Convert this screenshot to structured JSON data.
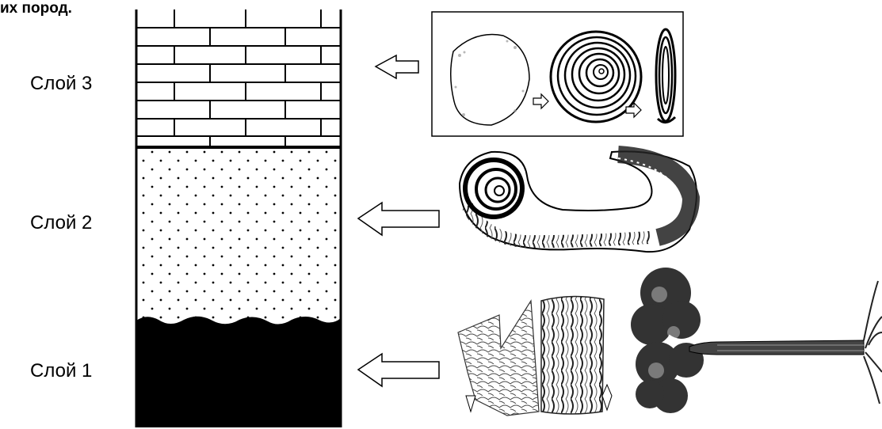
{
  "header": {
    "text": "их пород."
  },
  "layers": [
    {
      "label": "Слой 3",
      "pattern": "brick"
    },
    {
      "label": "Слой 2",
      "pattern": "dots"
    },
    {
      "label": "Слой 1",
      "pattern": "solid-black"
    }
  ],
  "fossils": {
    "layer3": {
      "name": "spiral-formation-sequence"
    },
    "layer2": {
      "name": "ammonite"
    },
    "layer1": {
      "name": "ancient-tree-and-bark"
    }
  },
  "colors": {
    "ink": "#000000",
    "paper": "#ffffff"
  }
}
